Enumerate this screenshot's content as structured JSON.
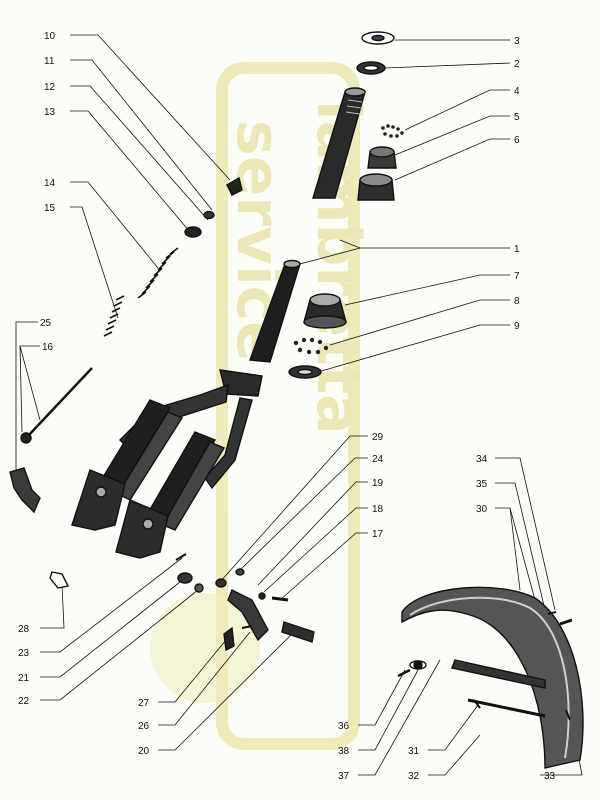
{
  "watermark": {
    "line1": "lambretta",
    "line2": "service",
    "color": "#e9e4a6"
  },
  "callouts": [
    {
      "id": "c10",
      "text": "10"
    },
    {
      "id": "c11",
      "text": "11"
    },
    {
      "id": "c12",
      "text": "12"
    },
    {
      "id": "c13",
      "text": "13"
    },
    {
      "id": "c14",
      "text": "14"
    },
    {
      "id": "c15",
      "text": "15"
    },
    {
      "id": "c25",
      "text": "25"
    },
    {
      "id": "c16",
      "text": "16"
    },
    {
      "id": "c3",
      "text": "3"
    },
    {
      "id": "c2",
      "text": "2"
    },
    {
      "id": "c4",
      "text": "4"
    },
    {
      "id": "c5",
      "text": "5"
    },
    {
      "id": "c6",
      "text": "6"
    },
    {
      "id": "c1",
      "text": "1"
    },
    {
      "id": "c7",
      "text": "7"
    },
    {
      "id": "c8",
      "text": "8"
    },
    {
      "id": "c9",
      "text": "9"
    },
    {
      "id": "c29",
      "text": "29"
    },
    {
      "id": "c24",
      "text": "24"
    },
    {
      "id": "c19",
      "text": "19"
    },
    {
      "id": "c18",
      "text": "18"
    },
    {
      "id": "c17",
      "text": "17"
    },
    {
      "id": "c34",
      "text": "34"
    },
    {
      "id": "c35",
      "text": "35"
    },
    {
      "id": "c30",
      "text": "30"
    },
    {
      "id": "c28",
      "text": "28"
    },
    {
      "id": "c23",
      "text": "23"
    },
    {
      "id": "c21",
      "text": "21"
    },
    {
      "id": "c22",
      "text": "22"
    },
    {
      "id": "c27",
      "text": "27"
    },
    {
      "id": "c26",
      "text": "26"
    },
    {
      "id": "c20",
      "text": "20"
    },
    {
      "id": "c36",
      "text": "36"
    },
    {
      "id": "c38",
      "text": "38"
    },
    {
      "id": "c37",
      "text": "37"
    },
    {
      "id": "c31",
      "text": "31"
    },
    {
      "id": "c32",
      "text": "32"
    },
    {
      "id": "c33",
      "text": "33"
    }
  ]
}
